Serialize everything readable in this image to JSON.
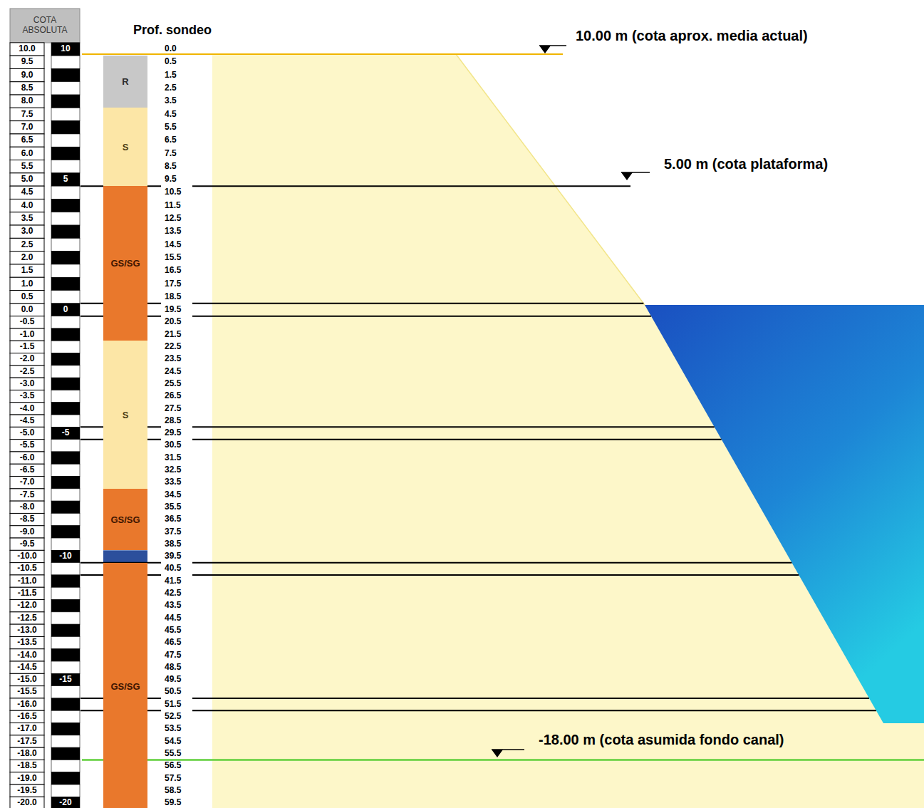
{
  "diagram": {
    "nodes": [
      {
        "text": [
          "R"
        ]
      },
      {
        "text": [
          "S"
        ]
      },
      {
        "text": [
          "GS/SG"
        ]
      },
      {
        "text": [
          "S"
        ]
      },
      {
        "text": [
          "GS/SG"
        ]
      },
      {
        "text": [
          "GS/SG"
        ]
      }
    ],
    "labels": [
      "COTA ABSOLUTA",
      "10.0",
      "9.5",
      "9.0",
      "8.5",
      "8.0",
      "7.5",
      "7.0",
      "6.5",
      "6.0",
      "5.5",
      "5.0",
      "4.5",
      "4.0",
      "3.5",
      "3.0",
      "2.5",
      "2.0",
      "1.5",
      "1.0",
      "0.5",
      "0.0",
      "-0.5",
      "-1.0",
      "-1.5",
      "-2.0",
      "-2.5",
      "-3.0",
      "-3.5",
      "-4.0",
      "-4.5",
      "-5.0",
      "-5.5",
      "-6.0",
      "-6.5",
      "-7.0",
      "-7.5",
      "-8.0",
      "-8.5",
      "-9.0",
      "-9.5",
      "-10.0",
      "-10.5",
      "-11.0",
      "-11.5",
      "-12.0",
      "-12.5",
      "-13.0",
      "-13.5",
      "-14.0",
      "-14.5",
      "-15.0",
      "-15.5",
      "-16.0",
      "-16.5",
      "-17.0",
      "-17.5",
      "-18.0",
      "-18.5",
      "-19.0",
      "-19.5",
      "-20.0",
      "10",
      "5",
      "0",
      "-5",
      "-10",
      "-15",
      "-20",
      "Prof. sondeo",
      "0.0",
      "0.5",
      "1.5",
      "2.5",
      "3.5",
      "4.5",
      "5.5",
      "6.5",
      "7.5",
      "8.5",
      "9.5",
      "10.5",
      "11.5",
      "12.5",
      "13.5",
      "14.5",
      "15.5",
      "16.5",
      "17.5",
      "18.5",
      "19.5",
      "20.5",
      "21.5",
      "22.5",
      "23.5",
      "24.5",
      "25.5",
      "26.5",
      "27.5",
      "28.5",
      "29.5",
      "30.5",
      "31.5",
      "32.5",
      "33.5",
      "34.5",
      "35.5",
      "36.5",
      "37.5",
      "38.5",
      "39.5",
      "40.5",
      "41.5",
      "42.5",
      "43.5",
      "44.5",
      "45.5",
      "46.5",
      "47.5",
      "48.5",
      "49.5",
      "50.5",
      "51.5",
      "52.5",
      "53.5",
      "54.5",
      "55.5",
      "56.5",
      "57.5",
      "58.5",
      "59.5",
      "10.00 m (cota aprox. media actual)",
      "5.00 m (cota plataforma)",
      "-18.00 m (cota asumida fondo canal)"
    ]
  }
}
